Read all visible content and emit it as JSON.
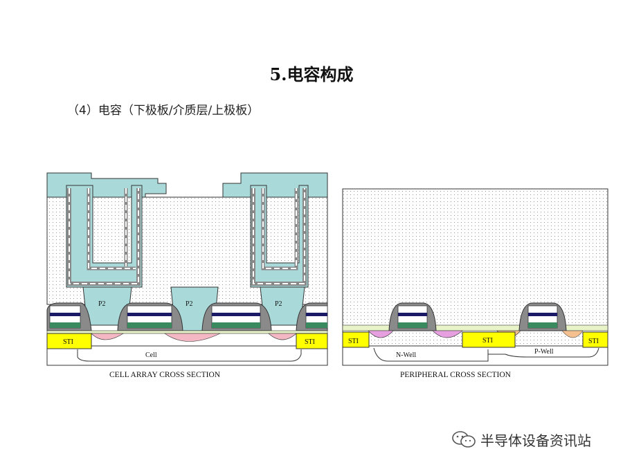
{
  "page": {
    "title": "5.电容构成",
    "subtitle": "（4）电容（下极板/介质层/上极板）"
  },
  "cell_panel": {
    "caption": "CELL ARRAY CROSS SECTION",
    "labels": {
      "p2": "P2",
      "sti": "STI",
      "cell": "Cell"
    }
  },
  "peripheral_panel": {
    "caption": "PERIPHERAL CROSS SECTION",
    "labels": {
      "sti": "STI",
      "nwell": "N-Well",
      "pwell": "P-Well"
    }
  },
  "colors": {
    "oxide": "#a9d9d9",
    "ild": "#ffffff",
    "sti": "#ffff00",
    "poly_dark": "#1a1a66",
    "gate_green": "#3a8a60",
    "implant": "#f4b8c4",
    "spacer": "#8a8a8a"
  },
  "watermark": {
    "text": "半导体设备资讯站",
    "icon": "wechat-icon"
  }
}
